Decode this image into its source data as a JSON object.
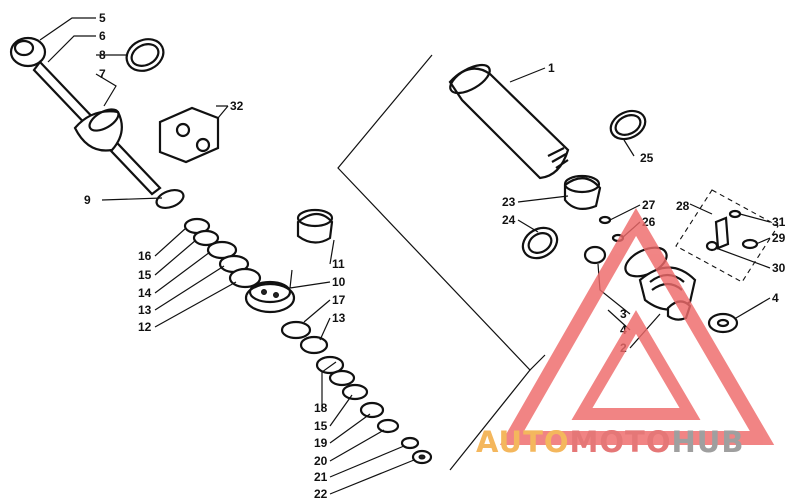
{
  "callouts": {
    "n1": "1",
    "n2": "2",
    "n3": "3",
    "n4a": "4",
    "n4b": "4",
    "n5": "5",
    "n6": "6",
    "n7": "7",
    "n8": "8",
    "n9": "9",
    "n10": "10",
    "n11": "11",
    "n12": "12",
    "n13a": "13",
    "n13b": "13",
    "n14": "14",
    "n15a": "15",
    "n15b": "15",
    "n16": "16",
    "n17": "17",
    "n18": "18",
    "n19": "19",
    "n20": "20",
    "n21": "21",
    "n22": "22",
    "n23": "23",
    "n24": "24",
    "n25": "25",
    "n26": "26",
    "n27": "27",
    "n28": "28",
    "n29": "29",
    "n30": "30",
    "n31": "31",
    "n32": "32"
  },
  "watermark": {
    "part1": "AUTO",
    "part2": "MOTO",
    "part3": "HUB",
    "color_orange": "#f2a83a",
    "color_red": "#e05a5a",
    "color_gray": "#8a8a8a",
    "triangle_color": "#ee6a6a"
  }
}
